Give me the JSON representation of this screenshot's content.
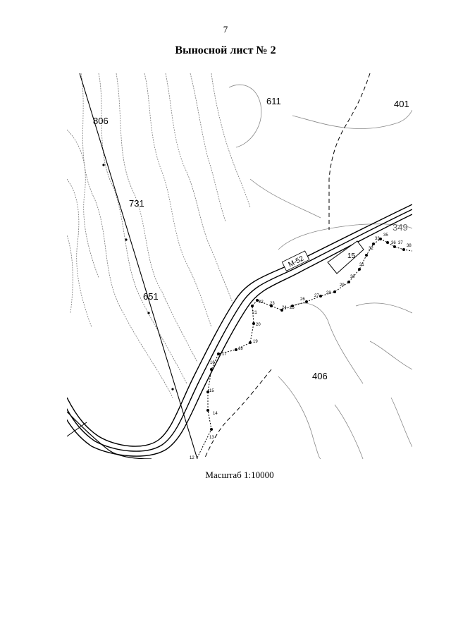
{
  "page": {
    "number": "7",
    "title": "Выносной лист № 2",
    "scale": "Масштаб 1:10000"
  },
  "map": {
    "elevations": [
      "806",
      "731",
      "651",
      "611",
      "401",
      "406",
      "349"
    ],
    "road_label": "М-52",
    "plot_label": "15",
    "point_labels": [
      "12",
      "13",
      "14",
      "15",
      "16",
      "17",
      "18",
      "19",
      "20",
      "21",
      "22",
      "23",
      "24",
      "25",
      "26",
      "27",
      "28",
      "29",
      "30",
      "31",
      "32",
      "33",
      "35",
      "36",
      "37",
      "38"
    ],
    "colors": {
      "ink": "#000000",
      "contour": "#6b6b6b",
      "background": "#ffffff"
    }
  }
}
